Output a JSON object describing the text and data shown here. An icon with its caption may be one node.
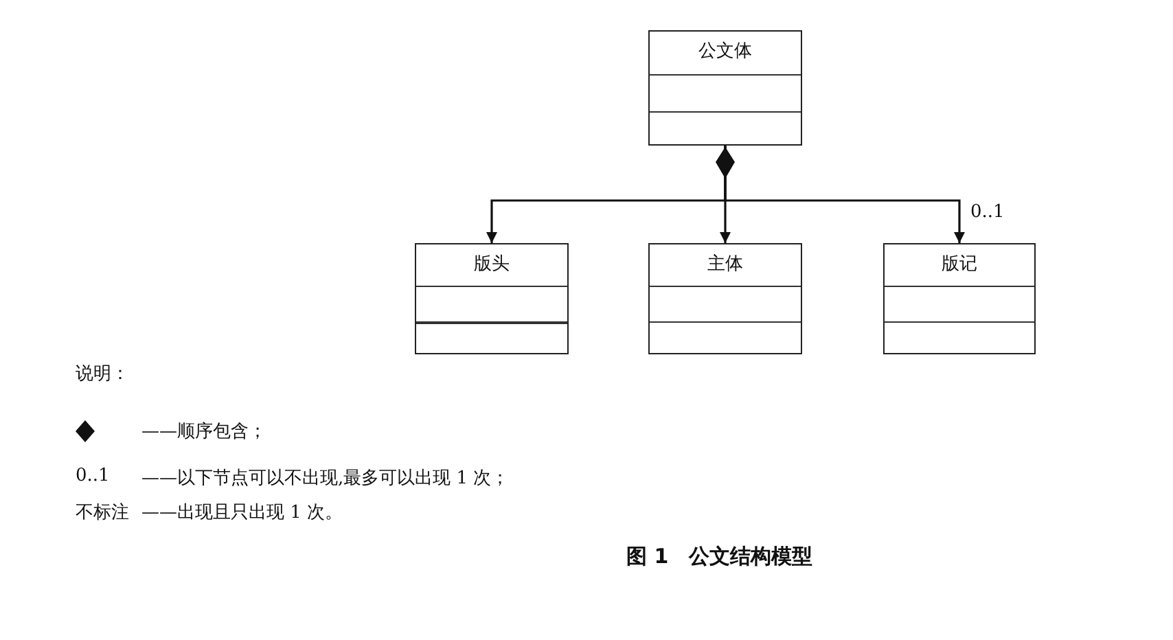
{
  "diagram": {
    "caption": "图 1　公文结构模型",
    "nodes": [
      {
        "text": [
          "公文体"
        ]
      },
      {
        "text": [
          "版头"
        ]
      },
      {
        "text": [
          "主体"
        ]
      },
      {
        "text": [
          "版记"
        ]
      }
    ],
    "edges": [
      {
        "from": 0,
        "to": 1,
        "arrow": "to"
      },
      {
        "from": 0,
        "to": 2,
        "arrow": "to"
      },
      {
        "from": 0,
        "to": 3,
        "arrow": "to",
        "label": "0..1"
      }
    ],
    "labels": [
      "说明：",
      "0..1",
      "——以下节点可以不出现,最多可以出现 1 次；",
      "不标注",
      "——出现且只出现 1 次。"
    ],
    "legend": [
      {
        "text": "——顺序包含；"
      }
    ]
  }
}
